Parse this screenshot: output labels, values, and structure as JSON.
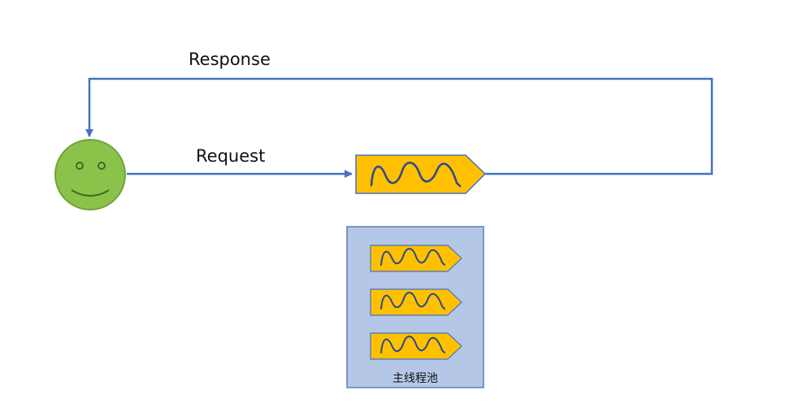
{
  "labels": {
    "response": "Response",
    "request": "Request",
    "pool": "主线程池"
  },
  "colors": {
    "connector": "#4472C4",
    "face_fill": "#8BC34A",
    "face_stroke": "#6FA33A",
    "face_features": "#3E6B23",
    "thread_fill": "#FFC000",
    "thread_stroke": "#4472C4",
    "wave": "#2B4A8B",
    "pool_fill": "#B4C7E7",
    "pool_stroke": "#5B7FB8"
  },
  "icons": {
    "user": "smiley-face-icon",
    "thread": "thread-wave-icon"
  },
  "pool_thread_count": 3
}
